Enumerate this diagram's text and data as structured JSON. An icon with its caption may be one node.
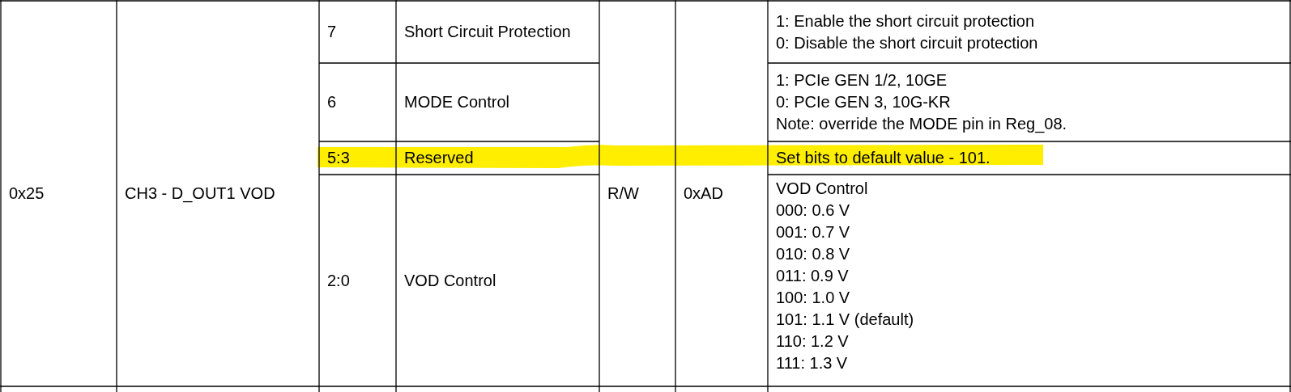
{
  "diagram": {
    "labels": [
      "0x25",
      "CH3 - D_OUT1 VOD",
      "7",
      "Short Circuit Protection",
      "R/W",
      "0xAD",
      "1: Enable the short circuit protection",
      "0: Disable the short circuit protection",
      "6",
      "MODE Control",
      "1: PCIe GEN 1/2, 10GE",
      "0: PCIe GEN 3, 10G-KR",
      "Note: override the MODE pin in Reg_08.",
      "5:3",
      "Reserved",
      "Set bits to default value - 101.",
      "2:0",
      "VOD Control",
      "VOD Control",
      "000: 0.6 V",
      "001: 0.7 V",
      "010: 0.8 V",
      "011: 0.9 V",
      "100: 1.0 V",
      "101: 1.1 V (default)",
      "110: 1.2 V",
      "111: 1.3 V"
    ]
  }
}
